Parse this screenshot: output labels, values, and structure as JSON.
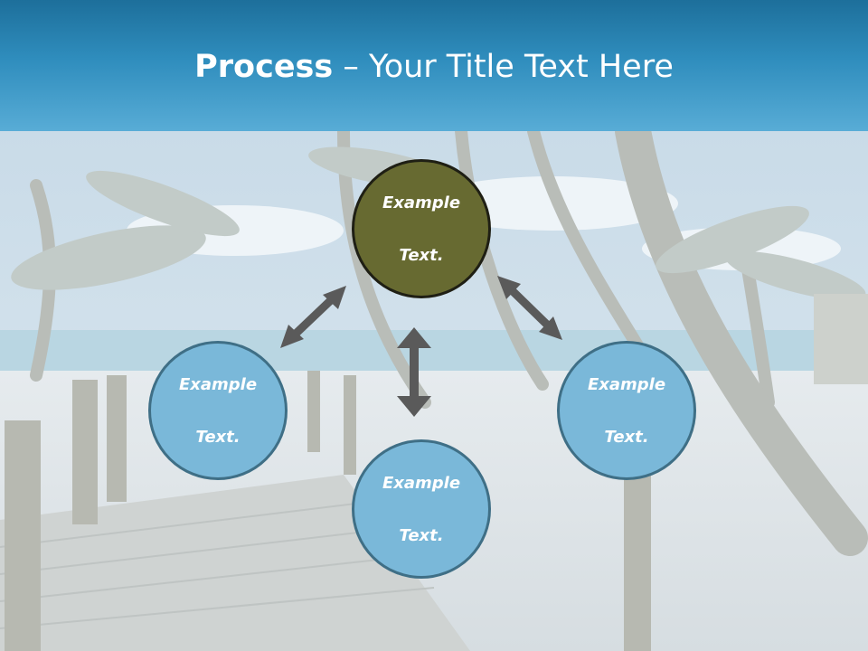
{
  "title": {
    "bold_part": "Process",
    "rest": " – Your Title Text Here"
  },
  "diagram": {
    "nodes": {
      "top": {
        "line1": "Example",
        "line2": "Text."
      },
      "left": {
        "line1": "Example",
        "line2": "Text."
      },
      "right": {
        "line1": "Example",
        "line2": "Text."
      },
      "bottom": {
        "line1": "Example",
        "line2": "Text."
      }
    },
    "colors": {
      "center_node": "#676a31",
      "outer_nodes": "#7ab8d9",
      "arrows": "#5a5a5a",
      "header": "#2f8dbd"
    }
  }
}
